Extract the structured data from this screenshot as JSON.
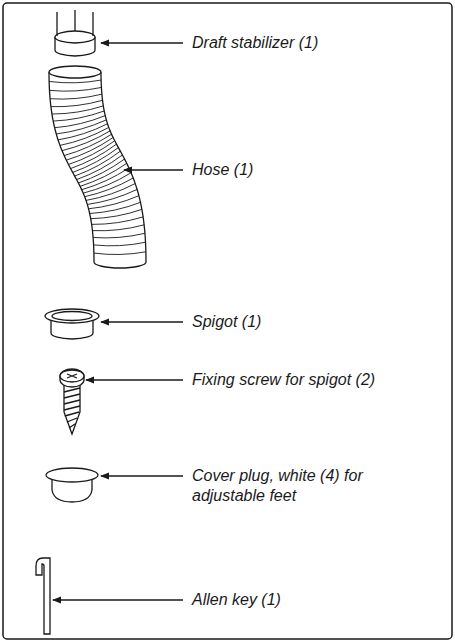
{
  "diagram": {
    "labels": [
      "Draft stabilizer (1)",
      "Hose (1)",
      "Spigot (1)",
      "Fixing screw for spigot (2)",
      "Cover plug, white (4) for adjustable feet",
      "Allen key (1)"
    ]
  }
}
